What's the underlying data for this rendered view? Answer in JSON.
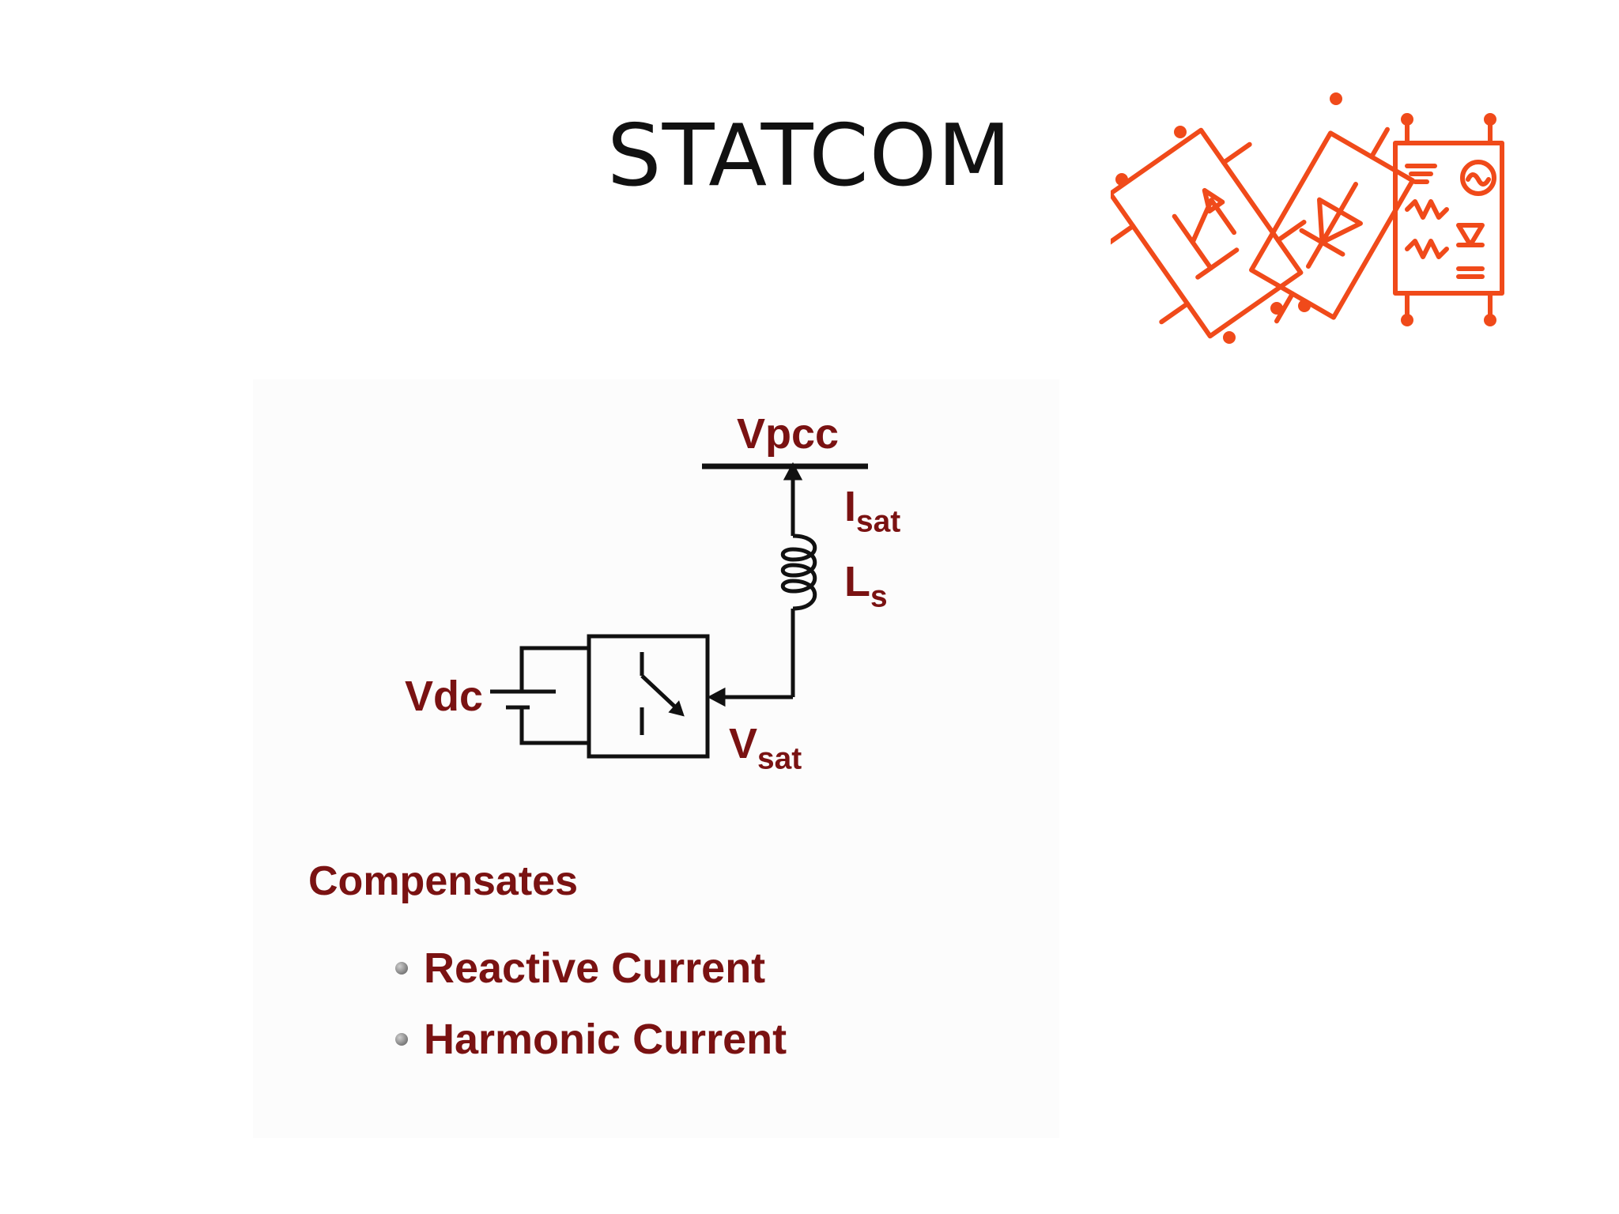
{
  "slide": {
    "title": "STATCOM"
  },
  "diagram": {
    "vpcc_label": "Vpcc",
    "isat_main": "I",
    "isat_sub": "sat",
    "ls_main": "L",
    "ls_sub": "s",
    "vdc_label": "Vdc",
    "vsat_main": "V",
    "vsat_sub": "sat"
  },
  "content": {
    "heading": "Compensates",
    "bullets": [
      "Reactive Current",
      "Harmonic Current"
    ]
  },
  "colors": {
    "label_red": "#7a1212",
    "logo_orange": "#f04a1a",
    "wire_black": "#111111"
  }
}
